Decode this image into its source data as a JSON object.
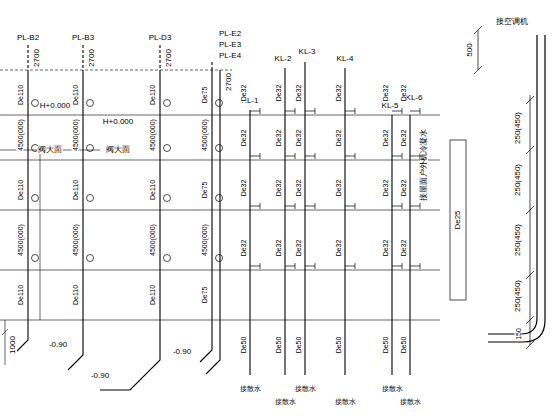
{
  "diagram": {
    "labels": [
      "PL-B2",
      "PL-B3",
      "PL-D3",
      "PL-E2",
      "PL-E3",
      "PL-E4",
      "2700",
      "2700",
      "2700",
      "2700",
      "De110",
      "4500(000)",
      "De110",
      "4500(000)",
      "De110",
      "De110",
      "4500(000)",
      "De110",
      "4500(000)",
      "De110",
      "De110",
      "4500(000)",
      "De110",
      "4500(000)",
      "De110",
      "De75",
      "4500(000)",
      "De75",
      "4500(000)",
      "De75",
      "KL-1",
      "KL-2",
      "KL-3",
      "KL-4",
      "KL-5",
      "KL-6",
      "De32",
      "De32",
      "De32",
      "De32",
      "De50",
      "De32",
      "De32",
      "De32",
      "De32",
      "De50",
      "De32",
      "De32",
      "De32",
      "De32",
      "De50",
      "De32",
      "De32",
      "De32",
      "De32",
      "De50",
      "De32",
      "De32",
      "De32",
      "De32",
      "De50",
      "De32",
      "De32",
      "De32",
      "De32",
      "De50",
      "接散水",
      "接散水",
      "接散水",
      "接散水",
      "接散水",
      "接散水",
      "-0.90",
      "-0.90",
      "-0.90",
      "1000",
      "H+0.000",
      "H+0.000",
      "阀大面",
      "阀大面",
      "接屋面户外机冷凝水",
      "De25",
      "500",
      "接空调机",
      "250(450)",
      "250(450)",
      "250(450)",
      "250(450)",
      "150"
    ]
  }
}
